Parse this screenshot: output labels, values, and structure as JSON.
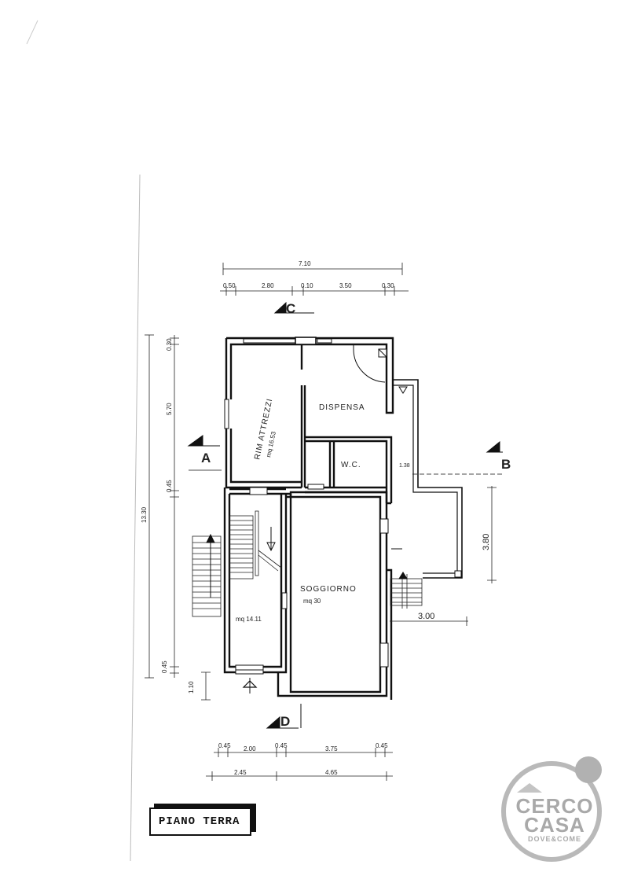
{
  "drawing": {
    "title": "PIANO TERRA",
    "rooms": {
      "rim_attrezzi": "RIM ATTREZZI",
      "rim_attrezzi_area": "mq 16.53",
      "dispensa": "DISPENSA",
      "wc": "W.C.",
      "soggiorno": "SOGGIORNO",
      "soggiorno_area": "mq 30",
      "stair_room_area": "mq 14.11"
    },
    "sections": {
      "a": "A",
      "b": "B",
      "c": "C",
      "d": "D"
    },
    "dims_top": {
      "total": "7.10",
      "d1": "0.50",
      "d2": "2.80",
      "d3": "0.10",
      "d4": "3.50",
      "d5": "0.30"
    },
    "dims_left": {
      "total": "13.30",
      "d1": "0.30",
      "d2": "5.70",
      "d3": "0.45",
      "d4": "0.45",
      "d5": "1.10"
    },
    "dims_bottom": {
      "a1": "0.45",
      "a2": "2.00",
      "a3": "0.45",
      "a4": "3.75",
      "a5": "0.45",
      "b1": "2.45",
      "b2": "4.65"
    },
    "dims_right": {
      "porch_h": "3.80",
      "porch_w": "3.00",
      "step": "1.38"
    }
  },
  "logo": {
    "line1": "CERCO",
    "line2": "CASA",
    "line3": "DOVE&COME",
    "color": "#a9a9a9"
  }
}
